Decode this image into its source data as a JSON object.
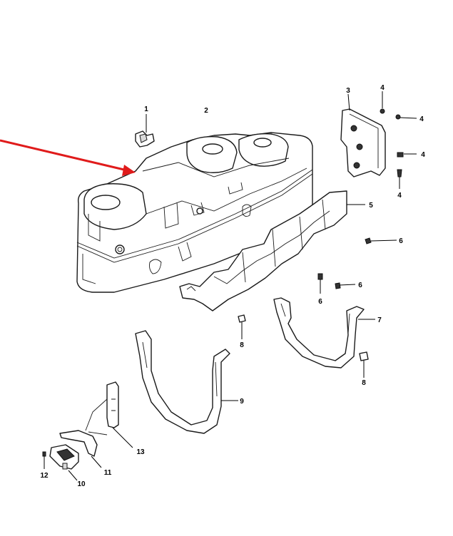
{
  "diagram": {
    "callouts": {
      "c1": "1",
      "c2": "2",
      "c3": "3",
      "c4a": "4",
      "c4b": "4",
      "c4c": "4",
      "c4d": "4",
      "c5": "5",
      "c6a": "6",
      "c6b": "6",
      "c6c": "6",
      "c7": "7",
      "c8a": "8",
      "c8b": "8",
      "c9": "9",
      "c10": "10",
      "c11": "11",
      "c12": "12",
      "c13": "13"
    },
    "arrow_color": "#e01b1b"
  }
}
